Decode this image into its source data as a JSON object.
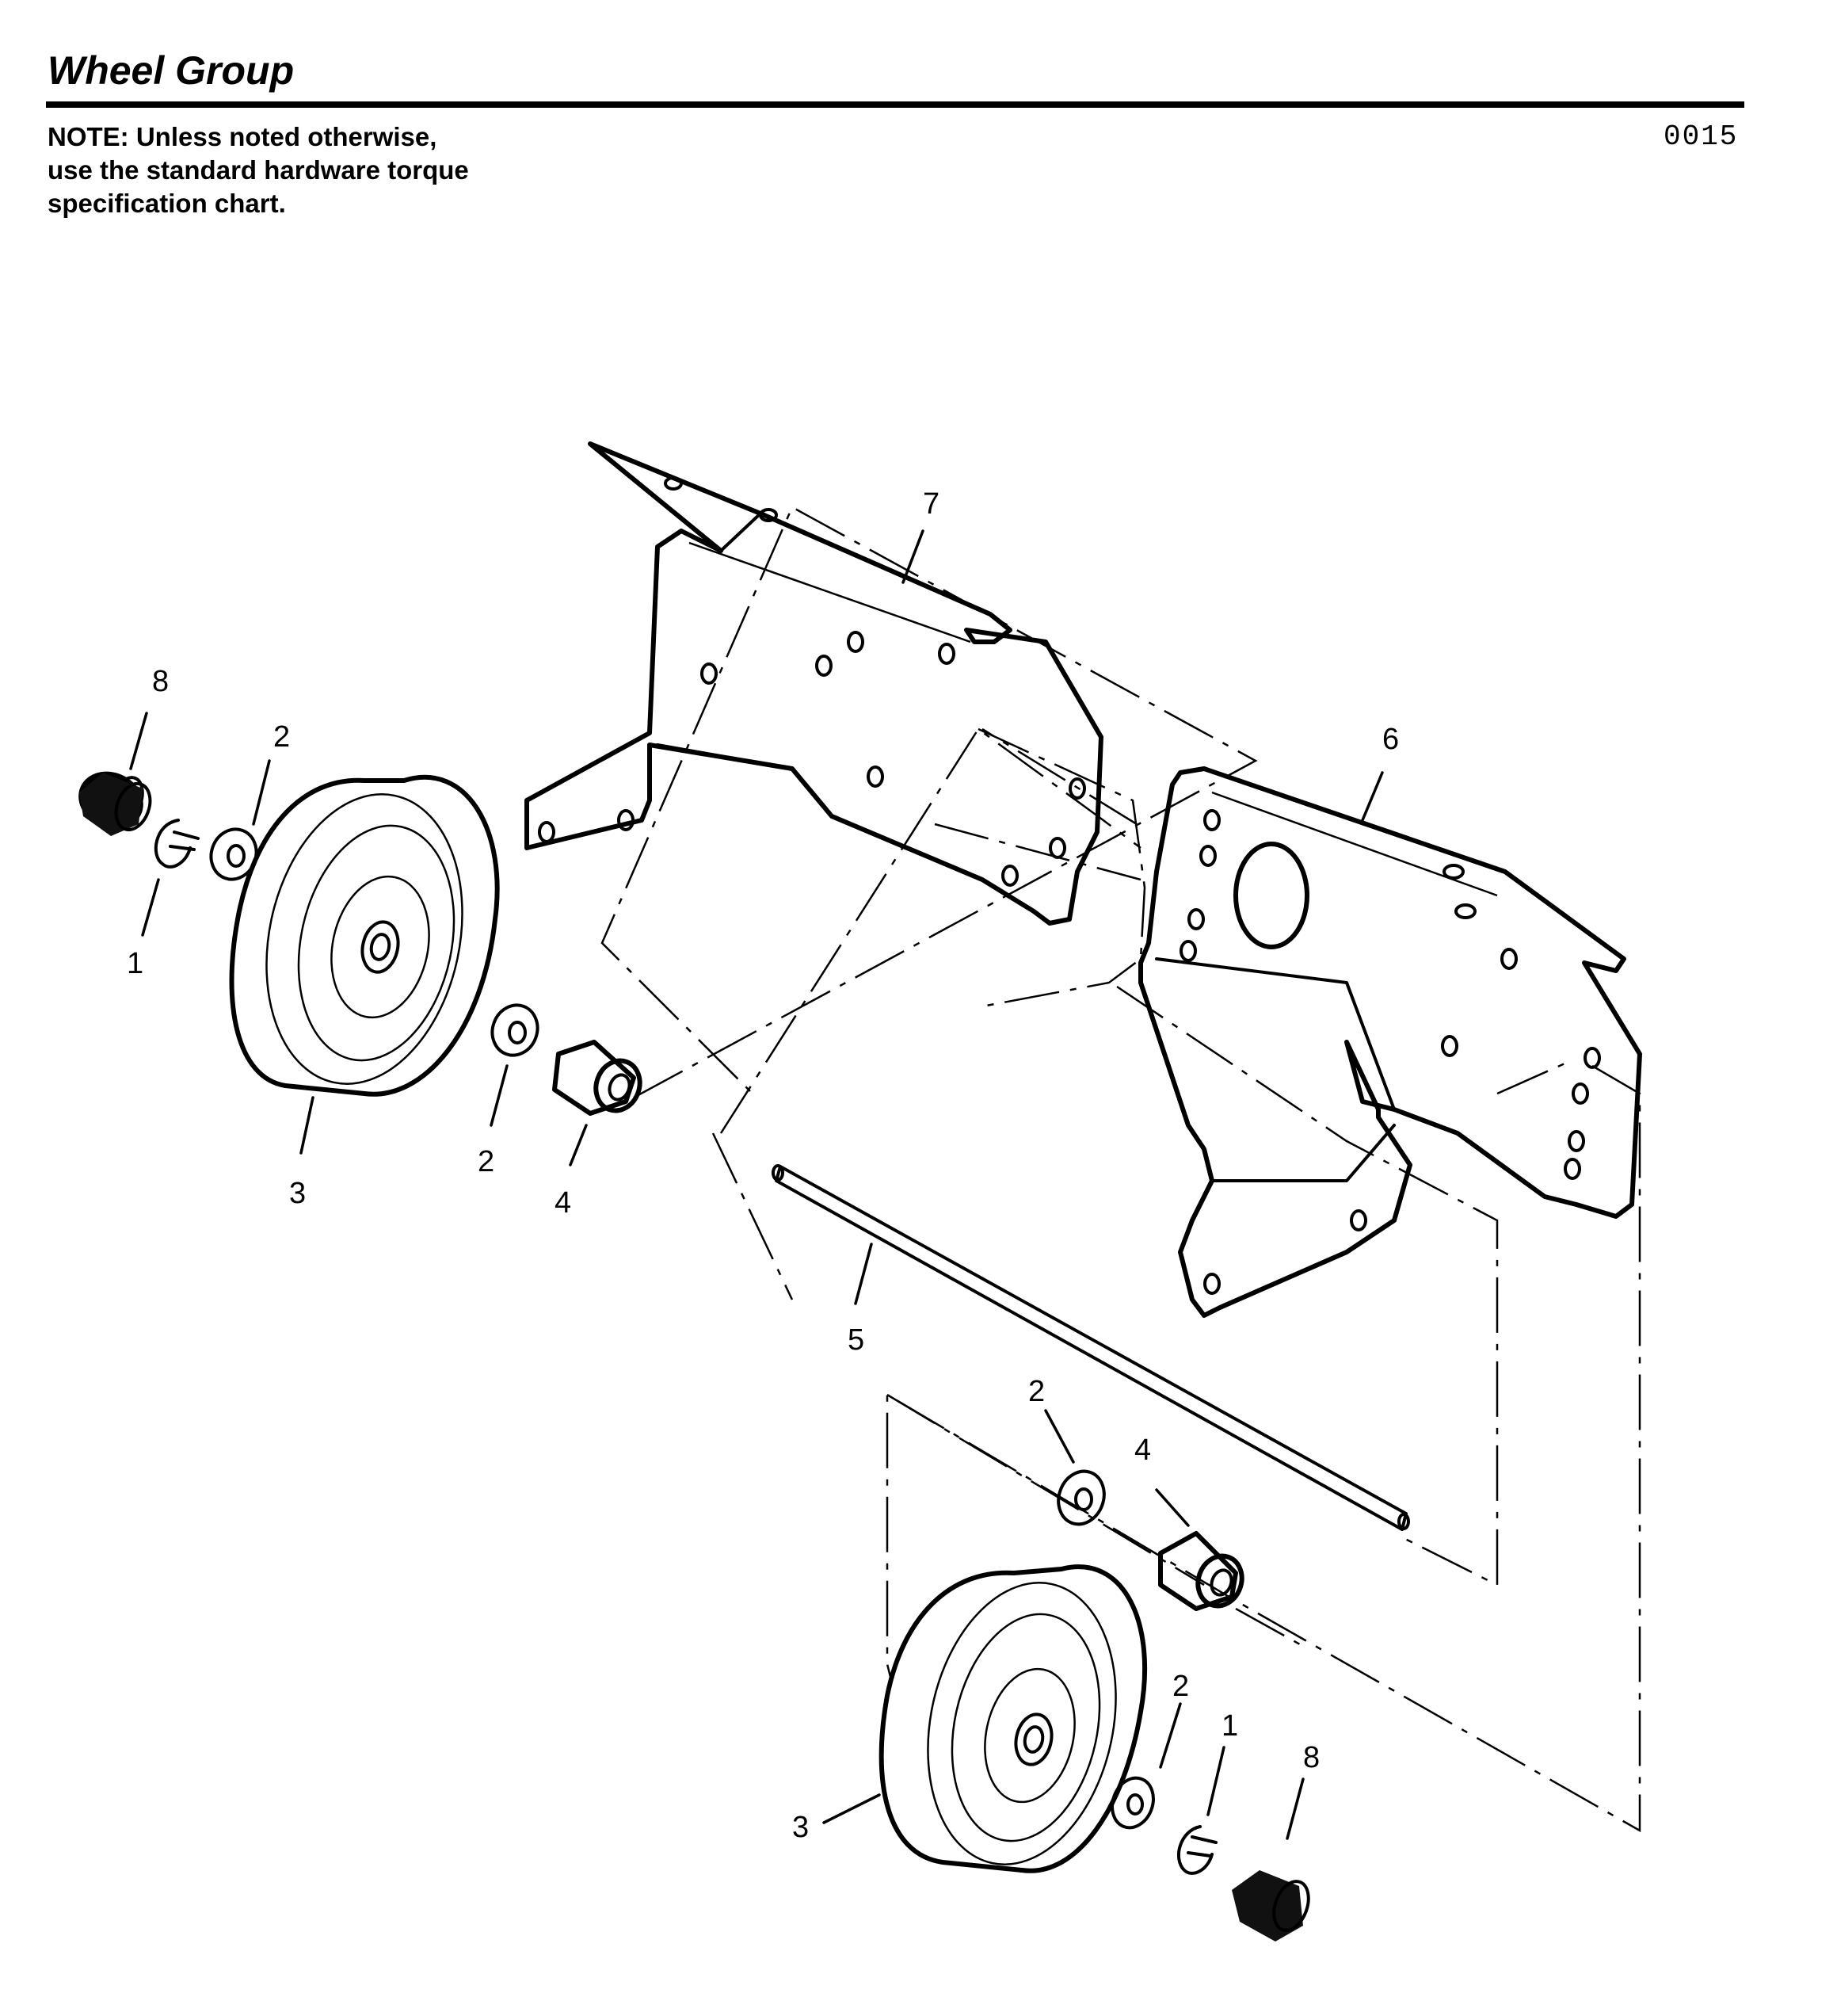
{
  "header": {
    "title": "Wheel Group",
    "figure_code": "0015",
    "note_lines": [
      "NOTE: Unless noted otherwise,",
      "use the standard hardware torque",
      "specification chart."
    ]
  },
  "diagram": {
    "callouts": [
      {
        "id": "c1-top",
        "text": "8"
      },
      {
        "id": "c2-top",
        "text": "2"
      },
      {
        "id": "c3-top",
        "text": "1"
      },
      {
        "id": "c4-top",
        "text": "3"
      },
      {
        "id": "c5-top",
        "text": "2"
      },
      {
        "id": "c6-top",
        "text": "4"
      },
      {
        "id": "c7-bracket",
        "text": "7"
      },
      {
        "id": "c8-bracket",
        "text": "6"
      },
      {
        "id": "c9-axle",
        "text": "5"
      },
      {
        "id": "c10-bot",
        "text": "2"
      },
      {
        "id": "c11-bot",
        "text": "4"
      },
      {
        "id": "c12-bot",
        "text": "3"
      },
      {
        "id": "c13-bot",
        "text": "2"
      },
      {
        "id": "c14-bot",
        "text": "1"
      },
      {
        "id": "c15-bot",
        "text": "8"
      }
    ]
  }
}
